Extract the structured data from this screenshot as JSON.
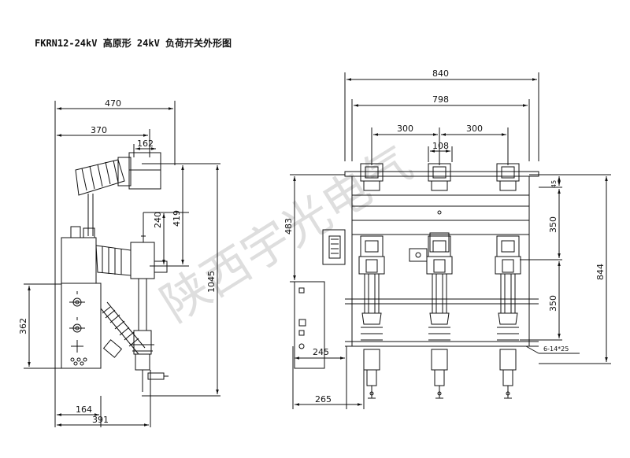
{
  "title": "FKRN12-24kV 高原形 24kV 负荷开关外形图",
  "watermark": "陕西宇光电气",
  "side_view": {
    "dim_470": "470",
    "dim_370": "370",
    "dim_162": "162",
    "dim_240": "240",
    "dim_419": "419",
    "dim_1045": "1045",
    "dim_362": "362",
    "dim_164": "164",
    "dim_391": "391"
  },
  "front_view": {
    "dim_840": "840",
    "dim_798": "798",
    "dim_300_left": "300",
    "dim_300_right": "300",
    "dim_108": "108",
    "dim_483": "483",
    "dim_45": "45",
    "dim_350_top": "350",
    "dim_844": "844",
    "dim_350_bottom": "350",
    "dim_245": "245",
    "dim_265": "265",
    "hole_note": "6-14*25"
  }
}
